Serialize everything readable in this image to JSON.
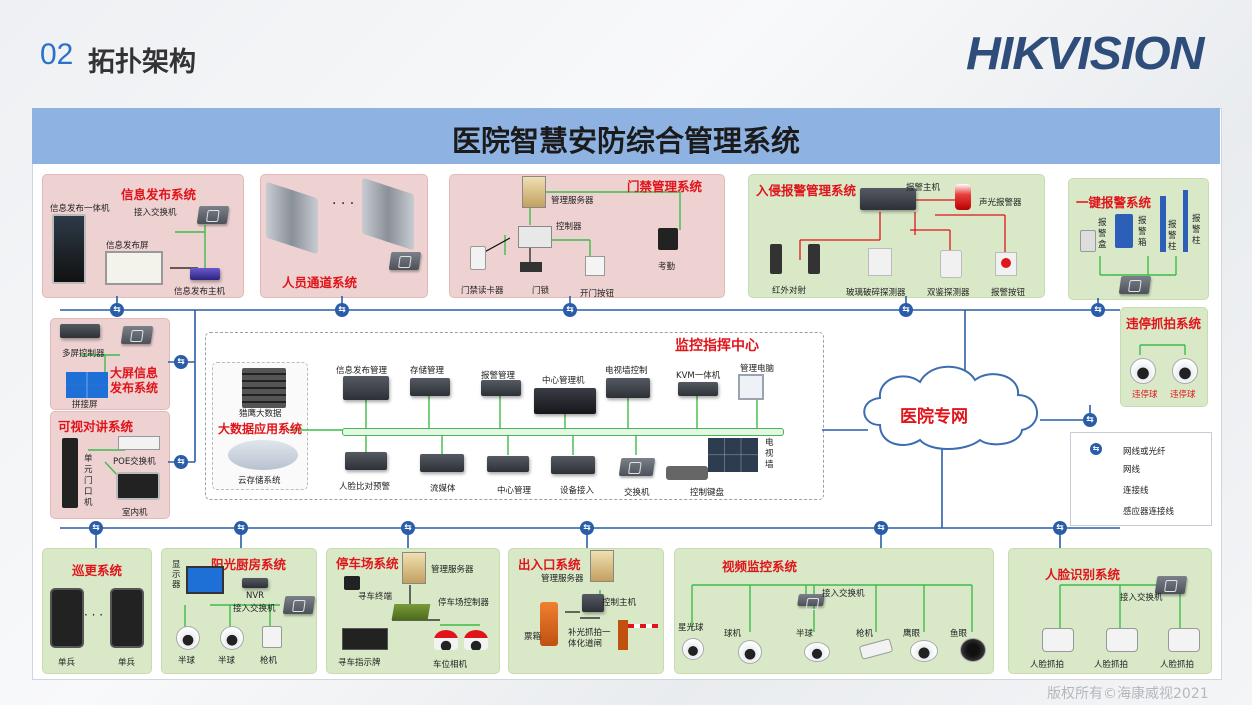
{
  "header": {
    "number": "02",
    "title": "拓扑架构",
    "logo": "HIKVISION",
    "copyright": "版权所有©海康威视2021"
  },
  "board": {
    "title": "医院智慧安防综合管理系统",
    "network_cloud": "医院专网"
  },
  "systems": {
    "info_release": {
      "title": "信息发布系统",
      "labels": [
        "信息发布一体机",
        "接入交换机",
        "信息发布屏",
        "信息发布主机"
      ]
    },
    "personnel": {
      "title": "人员通道系统",
      "dots": "· · ·"
    },
    "access": {
      "title": "门禁管理系统",
      "labels": [
        "管理服务器",
        "控制器",
        "门禁读卡器",
        "门锁",
        "开门按钮",
        "考勤"
      ]
    },
    "intrusion": {
      "title": "入侵报警管理系统",
      "labels": [
        "报警主机",
        "声光报警器",
        "红外对射",
        "玻璃破碎探测器",
        "双鉴探测器",
        "报警按钮"
      ]
    },
    "onekey": {
      "title": "一键报警系统",
      "labels": [
        "报警盒",
        "报警箱",
        "报警柱",
        "报警柱"
      ]
    },
    "bigscreen": {
      "title": "大屏信息发布系统",
      "labels": [
        "多屏控制器",
        "拼接屏"
      ]
    },
    "intercom": {
      "title": "可视对讲系统",
      "labels": [
        "POE交换机",
        "单元门口机",
        "室内机"
      ]
    },
    "parking_violation": {
      "title": "违停抓拍系统",
      "labels": [
        "违停球",
        "违停球"
      ]
    },
    "monitor_center": {
      "title": "监控指挥中心",
      "bigdata": {
        "title": "大数据应用系统",
        "labels": [
          "猎鹰大数据",
          "云存储系统"
        ]
      },
      "top": [
        "信息发布管理",
        "存储管理",
        "报警管理",
        "中心管理机",
        "电视墙控制",
        "KVM一体机",
        "管理电脑"
      ],
      "bottom": [
        "人脸比对预警",
        "流媒体",
        "中心管理",
        "设备接入",
        "交换机",
        "控制键盘"
      ],
      "tvwall": "电视墙"
    },
    "patrol": {
      "title": "巡更系统",
      "labels": [
        "单兵",
        "单兵"
      ],
      "dots": "· · ·"
    },
    "kitchen": {
      "title": "阳光厨房系统",
      "labels": [
        "显示器",
        "NVR",
        "接入交换机",
        "半球",
        "半球",
        "枪机"
      ]
    },
    "parking": {
      "title": "停车场系统",
      "labels": [
        "管理服务器",
        "寻车终端",
        "停车场控制器",
        "寻车指示牌",
        "车位相机"
      ]
    },
    "entrance": {
      "title": "出入口系统",
      "labels": [
        "管理服务器",
        "控制主机",
        "票箱",
        "补光抓拍一体化道闸"
      ]
    },
    "video": {
      "title": "视频监控系统",
      "labels": [
        "接入交换机",
        "星光球",
        "球机",
        "半球",
        "枪机",
        "鹰眼",
        "鱼眼"
      ]
    },
    "face": {
      "title": "人脸识别系统",
      "labels": [
        "接入交换机",
        "人脸抓拍",
        "人脸抓拍",
        "人脸抓拍"
      ]
    }
  },
  "legend": [
    {
      "label": "网线或光纤",
      "color": "#2a5da8",
      "style": "network"
    },
    {
      "label": "网线",
      "color": "#3dbb49",
      "style": "solid"
    },
    {
      "label": "连接线",
      "color": "#111111",
      "style": "solid"
    },
    {
      "label": "感应器连接线",
      "color": "#e0151b",
      "style": "solid"
    }
  ]
}
